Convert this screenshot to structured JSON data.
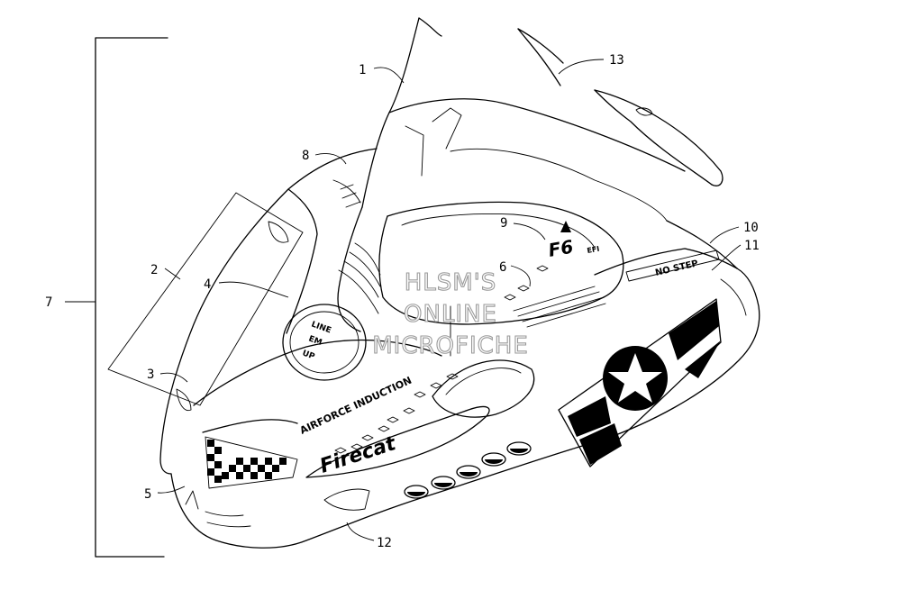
{
  "callouts": {
    "c1": "1",
    "c2": "2",
    "c3": "3",
    "c4": "4",
    "c5": "5",
    "c6": "6",
    "c7": "7",
    "c8": "8",
    "c9": "9",
    "c10": "10",
    "c11": "11",
    "c12": "12",
    "c13": "13"
  },
  "decals": {
    "airforce_induction": "AIRFORCE INDUCTION",
    "no_step": "NO STEP",
    "model_badge": "F6",
    "model_badge_suffix": "EFI",
    "round_decal_line1": "LINE",
    "round_decal_line2": "EM",
    "round_decal_line3": "UP",
    "script_logo": "Firecat"
  },
  "watermark": {
    "line1": "HLSM'S",
    "line2": "ONLINE",
    "line3": "MICROFICHE"
  }
}
